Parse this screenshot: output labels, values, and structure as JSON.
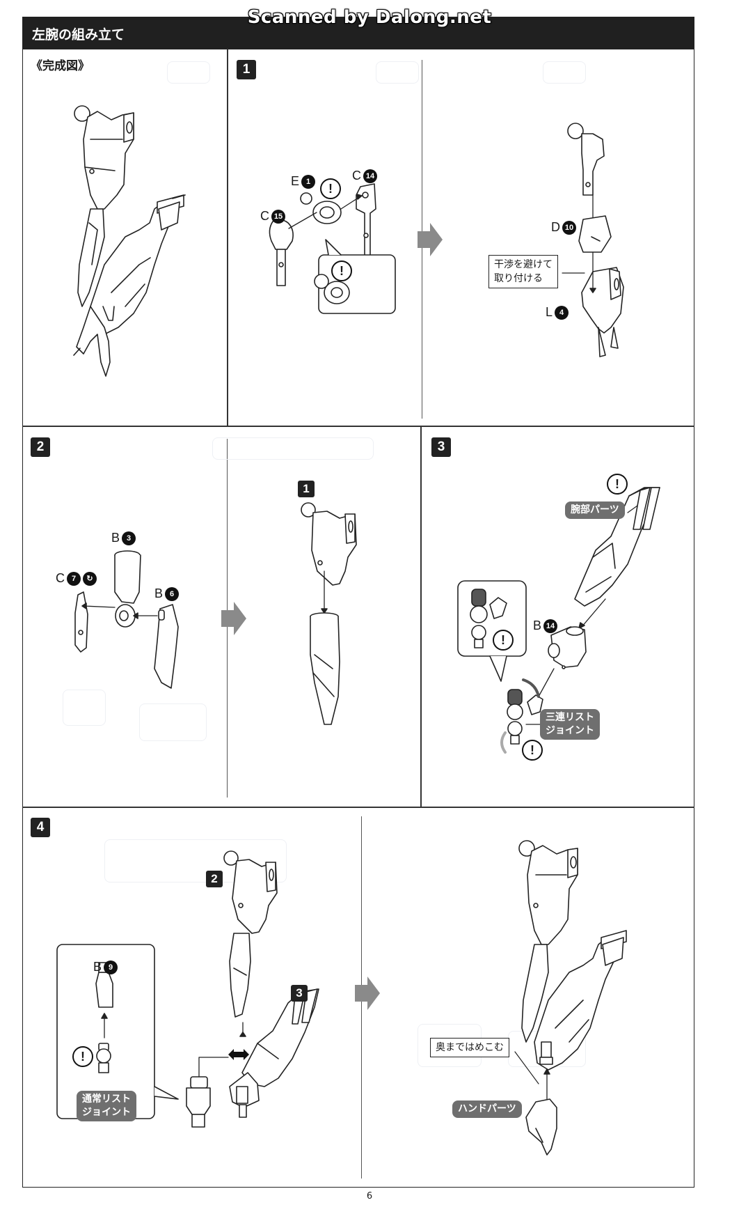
{
  "watermark": "Scanned by Dalong.net",
  "header": {
    "title": "左腕の組み立て"
  },
  "completed": {
    "label": "《完成図》"
  },
  "step1": {
    "number": "1",
    "parts": [
      {
        "letter": "E",
        "num": "1"
      },
      {
        "letter": "C",
        "num": "14"
      },
      {
        "letter": "C",
        "num": "15"
      },
      {
        "letter": "D",
        "num": "10"
      },
      {
        "letter": "L",
        "num": "4"
      }
    ],
    "note_lines": [
      "干渉を避けて",
      "取り付ける"
    ]
  },
  "step2": {
    "number": "2",
    "parts": [
      {
        "letter": "B",
        "num": "3"
      },
      {
        "letter": "C",
        "num": "7"
      },
      {
        "letter": "B",
        "num": "6"
      }
    ],
    "ref": "1"
  },
  "step3": {
    "number": "3",
    "arm_pill": "腕部パーツ",
    "part": {
      "letter": "B",
      "num": "14"
    },
    "joint_pill_lines": [
      "三連リスト",
      "ジョイント"
    ]
  },
  "step4": {
    "number": "4",
    "ref_a": "2",
    "ref_b": "3",
    "part": {
      "letter": "B",
      "num": "9"
    },
    "joint_pill_lines": [
      "通常リスト",
      "ジョイント"
    ],
    "insert_note": "奥まではめこむ",
    "hand_pill": "ハンドパーツ"
  },
  "warning_glyph": "!",
  "page_number": "6"
}
